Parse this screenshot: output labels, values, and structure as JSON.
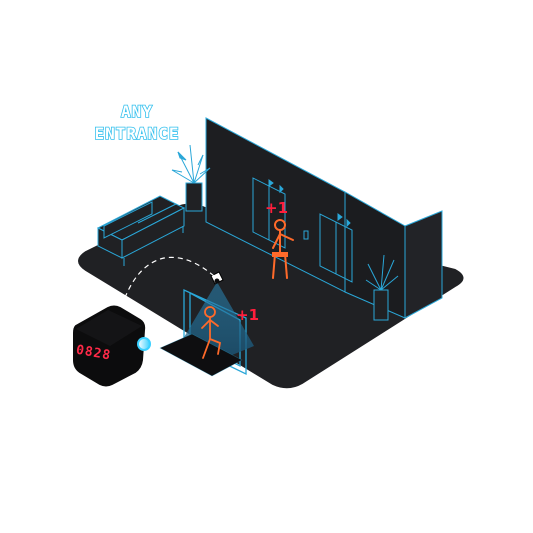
{
  "headline": {
    "line1": "ANY",
    "line2": "ENTRANCE"
  },
  "badges": {
    "elevator_plus": "+1",
    "door_plus": "+1"
  },
  "counter": {
    "display": "0828"
  },
  "icons": {
    "sofa": "sofa-icon",
    "plant": "potted-plant-icon",
    "elevator": "elevator-icon",
    "person": "person-icon",
    "sensor": "sensor-icon",
    "counter_device": "people-counter-device-icon"
  },
  "colors": {
    "floor": "#202124",
    "outline": "#2aa7d8",
    "headline_fill": "#ffffff",
    "headline_stroke": "#33c0ee",
    "person": "#ff6a2a",
    "badge": "#ff1e3c",
    "device": "#0c0c0d",
    "device_digits": "#ff2a48",
    "sensor_beam": "#1e5a7a",
    "led": "#39d0ff"
  }
}
